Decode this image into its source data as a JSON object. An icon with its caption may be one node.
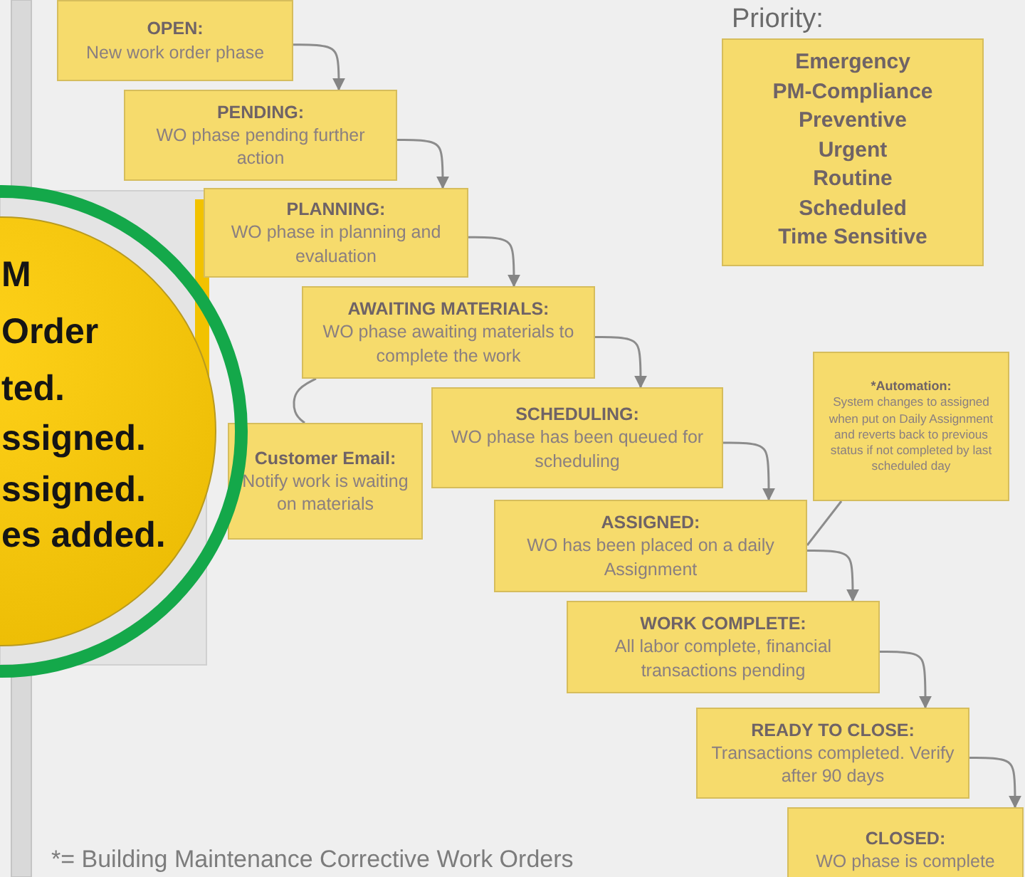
{
  "diagram": {
    "nodes": [
      {
        "text": [
          "OPEN:",
          "New work order phase"
        ]
      },
      {
        "text": [
          "PENDING:",
          "WO phase pending further action"
        ]
      },
      {
        "text": [
          "PLANNING:",
          "WO phase in planning and evaluation"
        ]
      },
      {
        "text": [
          "AWAITING MATERIALS:",
          "WO phase awaiting materials to complete the work"
        ]
      },
      {
        "text": [
          "Customer Email:",
          "Notify work is waiting on materials"
        ]
      },
      {
        "text": [
          "SCHEDULING:",
          "WO phase has been queued for scheduling"
        ]
      },
      {
        "text": [
          "*Automation:",
          "System changes to assigned when put on Daily Assignment and reverts back to previous status if not completed by last scheduled day"
        ]
      },
      {
        "text": [
          "ASSIGNED:",
          "WO has been placed on a daily Assignment"
        ]
      },
      {
        "text": [
          "WORK COMPLETE:",
          "All labor complete, financial transactions pending"
        ]
      },
      {
        "text": [
          "READY TO CLOSE:",
          "Transactions completed. Verify after 90 days"
        ]
      },
      {
        "text": [
          "CLOSED:",
          "WO phase is complete"
        ]
      },
      {
        "text": [
          "Priority:",
          "Emergency",
          "PM-Compliance",
          "Preventive",
          "Urgent",
          "Routine",
          "Scheduled",
          "Time Sensitive"
        ]
      },
      {
        "text": [
          "M",
          "Order",
          "ted.",
          "ssigned.",
          "ssigned.",
          "es added."
        ]
      }
    ],
    "edges": [
      {
        "from": 0,
        "to": 1,
        "arrow": "to"
      },
      {
        "from": 1,
        "to": 2,
        "arrow": "to"
      },
      {
        "from": 2,
        "to": 3,
        "arrow": "to"
      },
      {
        "from": 3,
        "to": 4,
        "arrow": "none"
      },
      {
        "from": 3,
        "to": 5,
        "arrow": "to"
      },
      {
        "from": 6,
        "to": 7,
        "arrow": "none"
      },
      {
        "from": 5,
        "to": 7,
        "arrow": "to"
      },
      {
        "from": 7,
        "to": 8,
        "arrow": "to"
      },
      {
        "from": 8,
        "to": 9,
        "arrow": "to"
      },
      {
        "from": 9,
        "to": 10,
        "arrow": "to"
      }
    ],
    "labels": [
      "*= Building Maintenance Corrective Work Orders"
    ]
  }
}
